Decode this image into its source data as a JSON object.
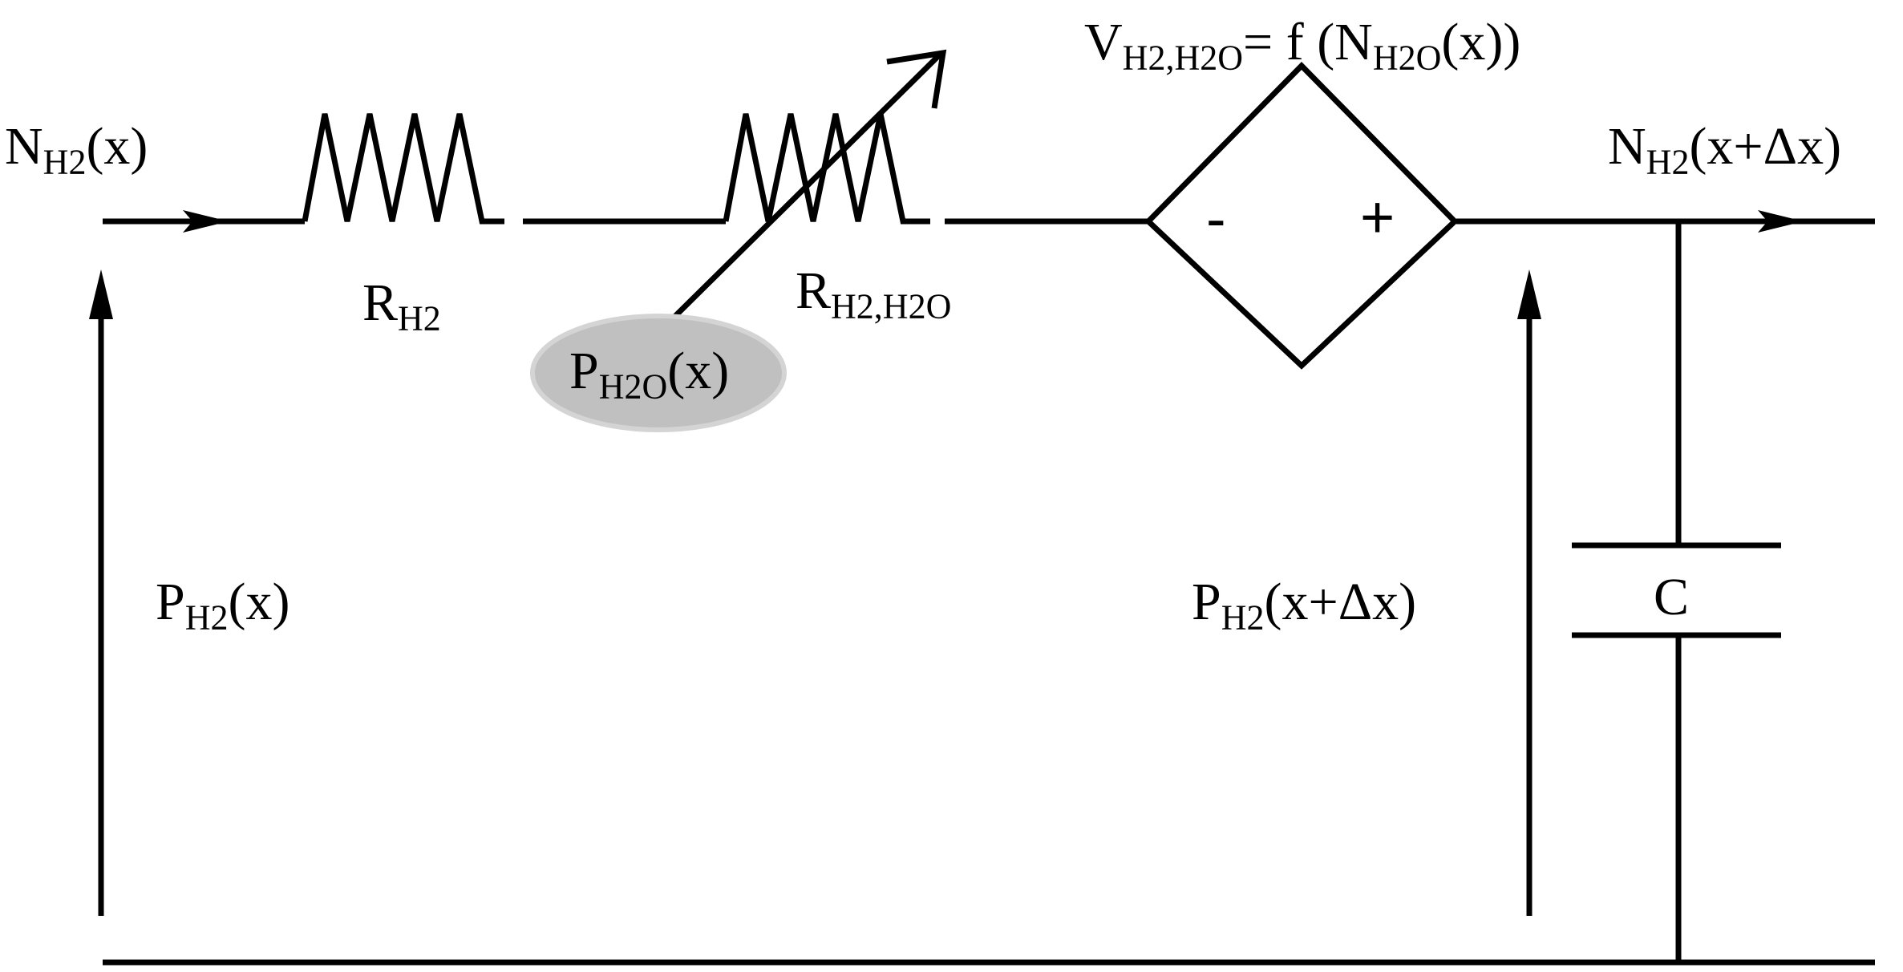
{
  "labels": {
    "n_h2_in": {
      "main": "N",
      "sub": "H2",
      "rest": "(x)"
    },
    "n_h2_out": {
      "main": "N",
      "sub": "H2",
      "rest": "(x+Δx)"
    },
    "r_h2": {
      "main": "R",
      "sub": "H2",
      "rest": ""
    },
    "r_h2_h2o": {
      "main": "R",
      "sub": "H2,H2O",
      "rest": ""
    },
    "p_h2o": {
      "main": "P",
      "sub": "H2O",
      "rest": "(x)"
    },
    "v_source": {
      "main": "V",
      "sub": "H2,H2O",
      "mid": "= f (N",
      "sub2": "H2O",
      "rest": "(x))"
    },
    "p_h2_in": {
      "main": "P",
      "sub": "H2",
      "rest": "(x)"
    },
    "p_h2_out": {
      "main": "P",
      "sub": "H2",
      "rest": "(x+Δx)"
    },
    "capacitor": "C"
  },
  "source_signs": {
    "minus": "-",
    "plus": "+"
  },
  "colors": {
    "line": "#000000",
    "highlight_fill": "#c0c0c0",
    "highlight_stroke": "#d4d4d4"
  }
}
